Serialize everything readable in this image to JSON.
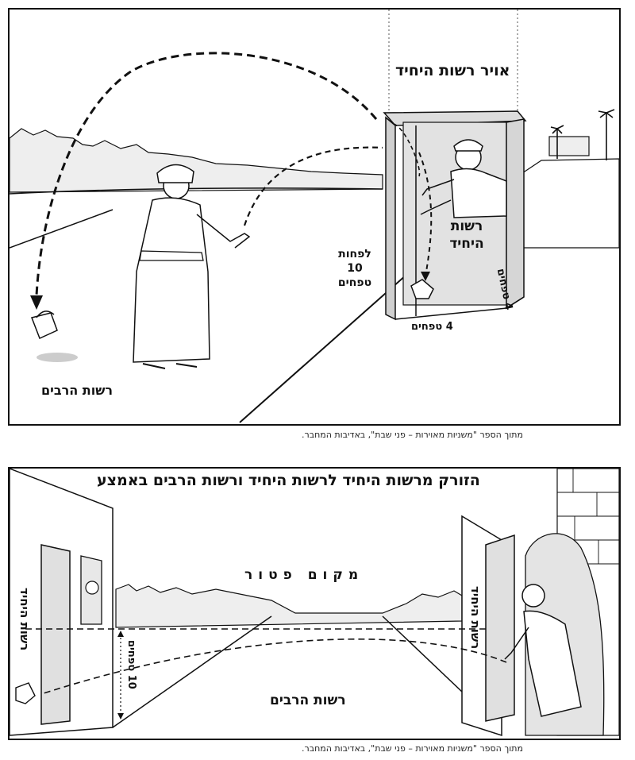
{
  "panel1": {
    "air_label": "אויר רשות היחיד",
    "private_domain": "רשות היחיד",
    "min_height_line1": "לפחות",
    "min_height_line2": "10",
    "min_height_line3": "טפחים",
    "width_label": "4 טפחים",
    "depth_label": "4 טפחים",
    "public_domain": "רשות הרבים",
    "caption": "מתוך הספר \"משניות מאוירות – פני שבת\", באדיבות המחבר."
  },
  "panel2": {
    "title": "הזורק מרשות היחיד לרשות היחיד ורשות הרבים באמצע",
    "exempt_place": "מקום פטור",
    "public_domain": "רשות הרבים",
    "private_left": "רשות היחיד",
    "private_right": "רשות היחיד",
    "height_label": "10 טפחים",
    "caption": "מתוך הספר \"משניות מאוירות – פני שבת\", באדיבות המחבר."
  }
}
